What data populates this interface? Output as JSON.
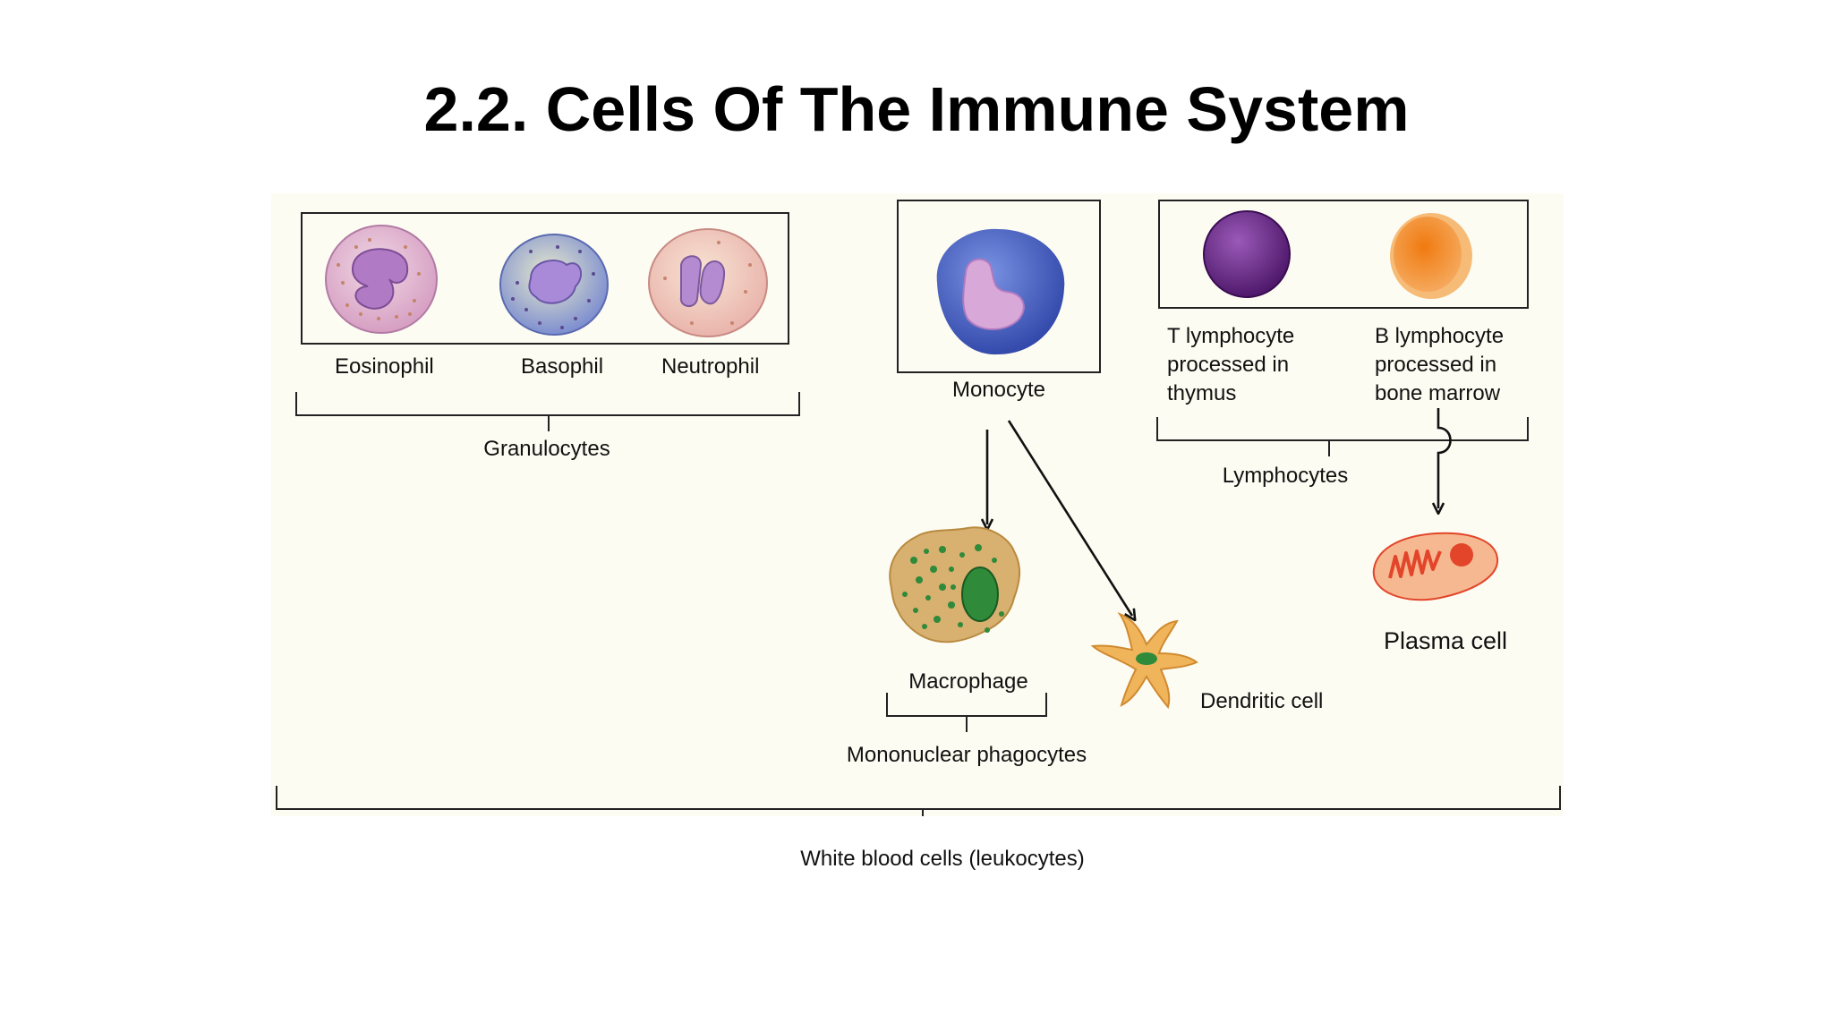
{
  "slide": {
    "title": "2.2. Cells Of The Immune System"
  },
  "diagram": {
    "granulocytes": {
      "group_label": "Granulocytes",
      "cells": [
        "Eosinophil",
        "Basophil",
        "Neutrophil"
      ]
    },
    "monocyte": {
      "label": "Monocyte"
    },
    "lymphocytes": {
      "group_label": "Lymphocytes",
      "t_cell": [
        "T lymphocyte",
        "processed in",
        "thymus"
      ],
      "b_cell": [
        "B lymphocyte",
        "processed in",
        "bone marrow"
      ]
    },
    "macrophage": {
      "label": "Macrophage"
    },
    "dendritic": {
      "label": "Dendritic cell"
    },
    "plasma": {
      "label": "Plasma cell"
    },
    "mononuclear_group": "Mononuclear phagocytes",
    "leukocytes_group": "White blood cells (leukocytes)",
    "colors": {
      "panel_background": "#fdfcf2",
      "eosinophil": "#d9a8c8",
      "basophil": "#8a96d8",
      "neutrophil": "#efc4b8",
      "monocyte": "#4a66c8",
      "t_lymphocyte": "#6a2c88",
      "b_lymphocyte": "#f08a1a",
      "macrophage": "#d8b070",
      "macrophage_granules": "#2f8a3a",
      "dendritic": "#f0b45a",
      "plasma": "#f6b890",
      "plasma_nucleus": "#e2452a"
    }
  }
}
